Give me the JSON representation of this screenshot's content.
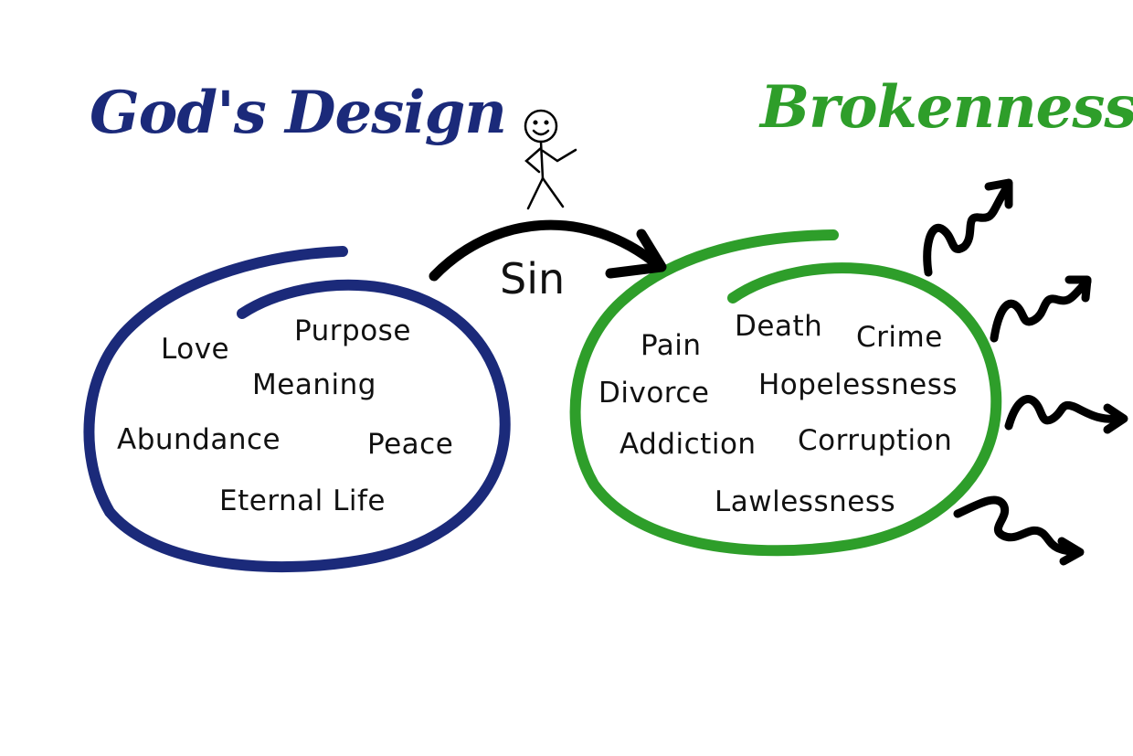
{
  "titles": {
    "left": "God's Design",
    "right": "Brokenness"
  },
  "arrow_label": "Sin",
  "gods_design": {
    "items": [
      "Love",
      "Purpose",
      "Meaning",
      "Abundance",
      "Peace",
      "Eternal Life"
    ]
  },
  "brokenness": {
    "items": [
      "Pain",
      "Death",
      "Crime",
      "Divorce",
      "Hopelessness",
      "Addiction",
      "Corruption",
      "Lawlessness"
    ]
  },
  "colors": {
    "gods_design": "#1b2a7a",
    "brokenness": "#2e9e2a",
    "arrow": "#000000"
  }
}
